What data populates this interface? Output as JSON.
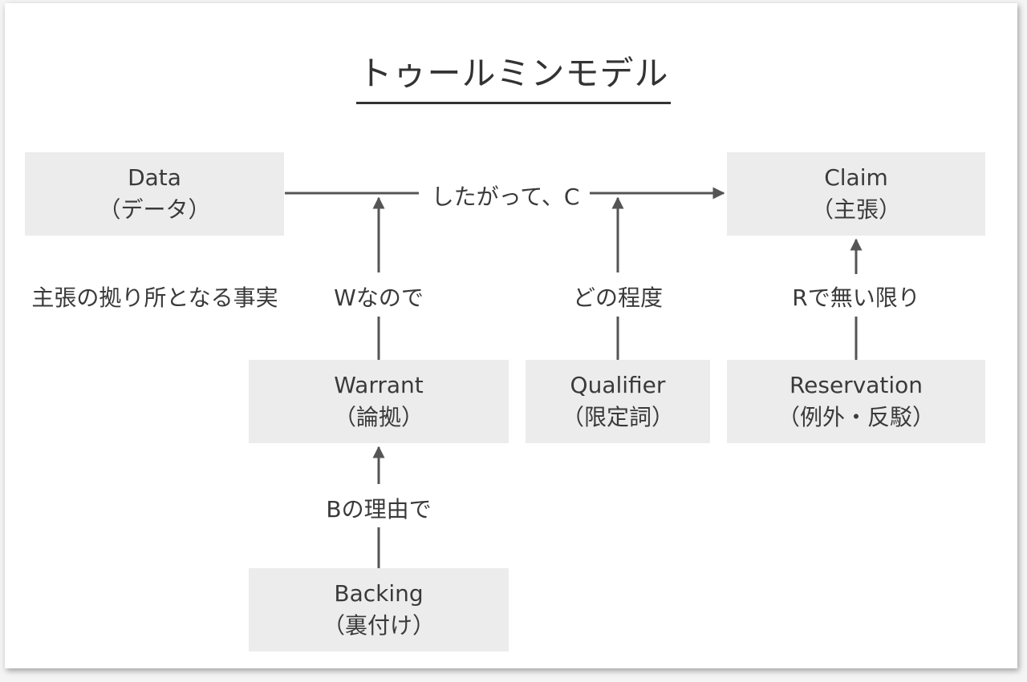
{
  "title": "トゥールミンモデル",
  "colors": {
    "box_fill": "#ececec",
    "line": "#555555",
    "text": "#3a3a3a"
  },
  "nodes": {
    "data": {
      "en": "Data",
      "ja": "（データ）"
    },
    "claim": {
      "en": "Claim",
      "ja": "（主張）"
    },
    "warrant": {
      "en": "Warrant",
      "ja": "（論拠）"
    },
    "qualifier": {
      "en": "Qualifier",
      "ja": "（限定詞）"
    },
    "reservation": {
      "en": "Reservation",
      "ja": "（例外・反駁）"
    },
    "backing": {
      "en": "Backing",
      "ja": "（裏付け）"
    }
  },
  "edge_labels": {
    "data_to_claim": "したがって、C",
    "warrant": "Wなので",
    "qualifier": "どの程度",
    "reservation": "Rで無い限り",
    "backing": "Bの理由で"
  },
  "notes": {
    "data_description": "主張の拠り所となる事実"
  }
}
